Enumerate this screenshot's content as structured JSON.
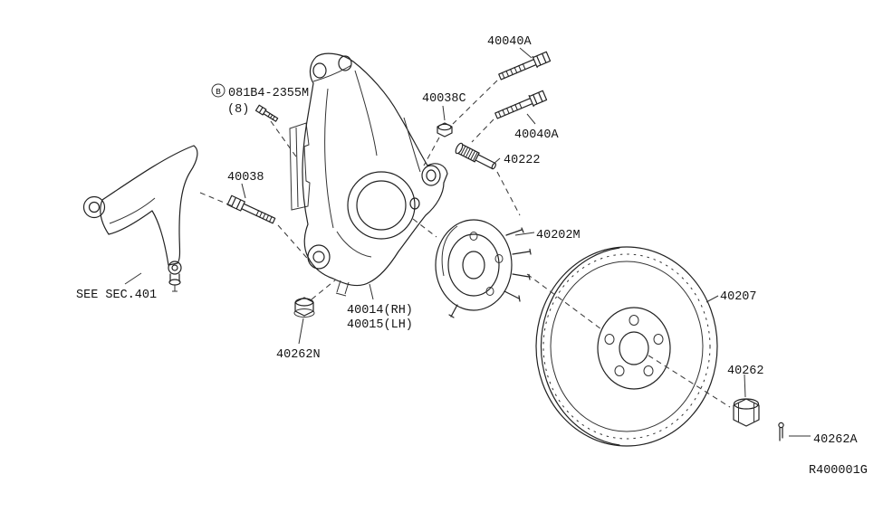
{
  "diagram": {
    "drawing_code": "R400001G",
    "labels": {
      "bolt_upper": "40040A",
      "bolt_lower": "40040A",
      "caliper_nut": "40038C",
      "stud": "40222",
      "hub_bearing": "40202M",
      "knuckle_bolt": "40038",
      "ref_bolt_symbol": "B",
      "ref_bolt_id": "081B4-2355M",
      "ref_bolt_qty": "(8)",
      "see_section": "SEE SEC.401",
      "knuckle_rh": "40014(RH)",
      "knuckle_lh": "40015(LH)",
      "lower_nut": "40262N",
      "rotor": "40207",
      "hub_nut": "40262",
      "cotter_pin": "40262A"
    }
  }
}
